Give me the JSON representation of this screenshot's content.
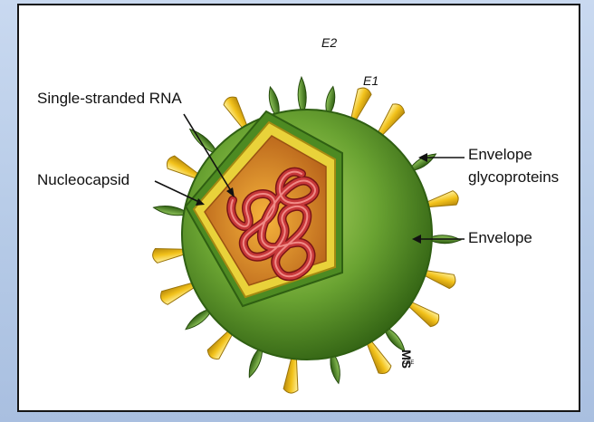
{
  "labels": {
    "rna": "Single-stranded RNA",
    "nucleocapsid": "Nucleocapsid",
    "envelope_glyco_line1": "Envelope",
    "envelope_glyco_line2": "glycoproteins",
    "envelope": "Envelope",
    "e2": "E2",
    "e1": "E1"
  },
  "signature": {
    "letters": "MS",
    "caption": "CBE"
  },
  "colors": {
    "envelope_green": "#5f9a2c",
    "envelope_dark": "#2f5f12",
    "capsid_yellow": "#e9d23a",
    "interior_orange": "#e08a1e",
    "rna_red": "#b3272a",
    "spike_yellow": "#f2c21b",
    "spike_green": "#3f7a1e"
  }
}
